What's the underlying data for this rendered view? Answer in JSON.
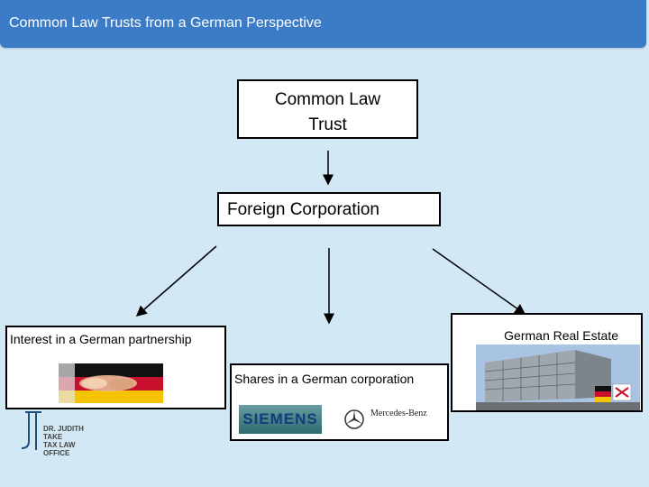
{
  "title": "Common Law Trusts from a German Perspective",
  "diagram": {
    "trust": "Common Law",
    "trust_line2": "Trust",
    "corporation": "Foreign Corporation",
    "partnership": "Interest in a German partnership",
    "shares": "Shares in a German corporation",
    "real_estate": "German Real Estate"
  },
  "logos": {
    "siemens": "SIEMENS",
    "mercedes": "Mercedes-Benz",
    "firm_name_1": "DR. JUDITH TAKE",
    "firm_name_2": "TAX LAW OFFICE",
    "firm_initials": "JT"
  },
  "colors": {
    "background": "#d3e8f5",
    "title_bar": "#3c7bc6"
  }
}
